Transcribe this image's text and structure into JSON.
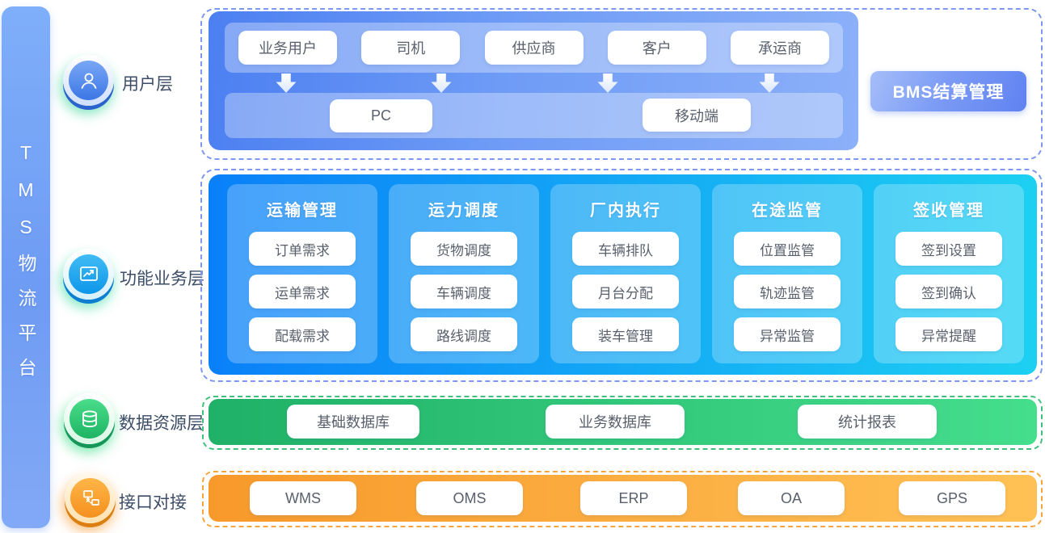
{
  "platform": {
    "title": "TMS物流平台"
  },
  "layers": {
    "user": {
      "label": "用户层"
    },
    "function": {
      "label": "功能业务层"
    },
    "data": {
      "label": "数据资源层"
    },
    "interface": {
      "label": "接口对接"
    }
  },
  "user_layer": {
    "roles": [
      "业务用户",
      "司机",
      "供应商",
      "客户",
      "承运商"
    ],
    "devices": [
      "PC",
      "移动端"
    ],
    "side_module": "BMS结算管理"
  },
  "function_layer": {
    "columns": [
      {
        "title": "运输管理",
        "items": [
          "订单需求",
          "运单需求",
          "配载需求"
        ]
      },
      {
        "title": "运力调度",
        "items": [
          "货物调度",
          "车辆调度",
          "路线调度"
        ]
      },
      {
        "title": "厂内执行",
        "items": [
          "车辆排队",
          "月台分配",
          "装车管理"
        ]
      },
      {
        "title": "在途监管",
        "items": [
          "位置监管",
          "轨迹监管",
          "异常监管"
        ]
      },
      {
        "title": "签收管理",
        "items": [
          "签到设置",
          "签到确认",
          "异常提醒"
        ]
      }
    ]
  },
  "data_layer": {
    "items": [
      "基础数据库",
      "业务数据库",
      "统计报表"
    ]
  },
  "interface_layer": {
    "items": [
      "WMS",
      "OMS",
      "ERP",
      "OA",
      "GPS"
    ]
  },
  "colors": {
    "sidebar_blue": "#7FAEFA",
    "user_panel_blue_start": "#4C7FF1",
    "user_panel_blue_end": "#8CB0F9",
    "function_blue_start": "#0A80F8",
    "function_cyan_end": "#1DD0F2",
    "data_green_start": "#1FB167",
    "data_green_end": "#45DE8D",
    "interface_orange_start": "#F8992B",
    "interface_orange_end": "#FFC155",
    "bms_blue_start": "#A5BEF9",
    "bms_blue_end": "#5F82F1",
    "dashed_blue": "#7E97F0",
    "dashed_green": "#3FC07C",
    "dashed_orange": "#F6A43C",
    "label_text": "#3C4D68",
    "chip_text": "#59606C"
  }
}
